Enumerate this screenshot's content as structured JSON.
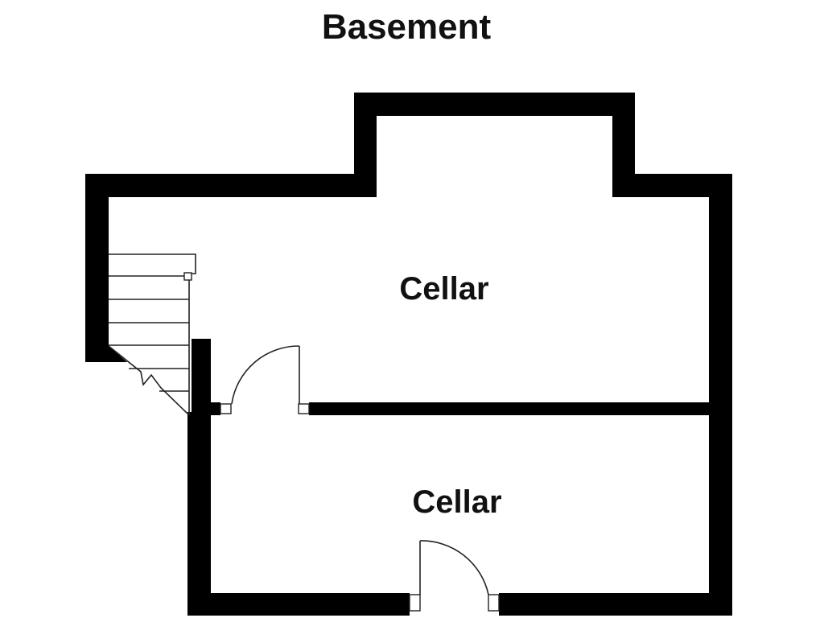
{
  "floor_plan": {
    "title": "Basement",
    "rooms": [
      {
        "name": "Cellar"
      },
      {
        "name": "Cellar"
      }
    ],
    "colors": {
      "wall": "#000000",
      "line": "#222222",
      "background": "#ffffff"
    }
  }
}
